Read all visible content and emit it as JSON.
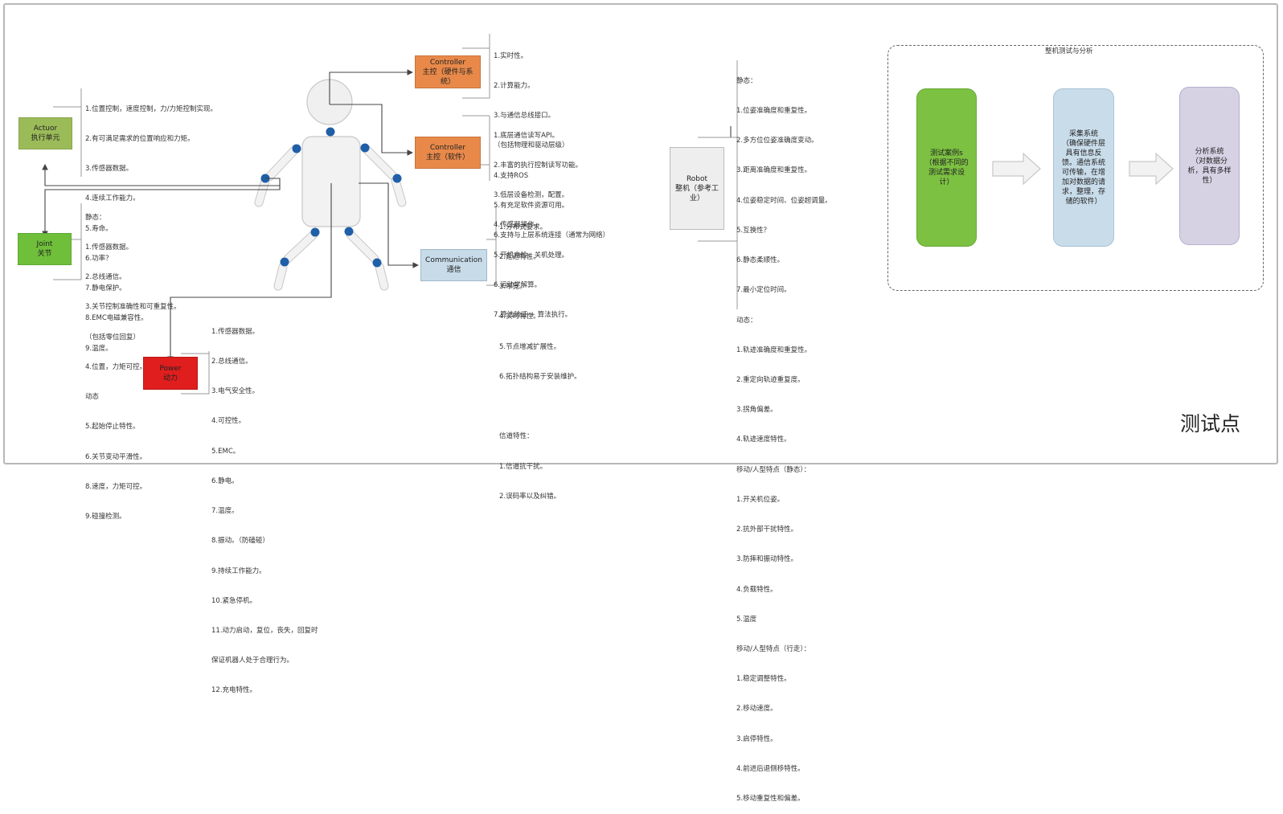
{
  "colors": {
    "actuor": "#9bbb59",
    "joint": "#6fbf3b",
    "power": "#e01e1e",
    "controller": "#e8894a",
    "communication": "#c7dbe8",
    "robot": "#eeeeee",
    "joint_dot": "#1f5fa8",
    "test_case": "#7cc142",
    "acquisition": "#c9dcea",
    "analysis": "#d6d2e4"
  },
  "boxes": {
    "actuor": {
      "label": "Actuor\n执行单元"
    },
    "joint": {
      "label": "Joint\n关节"
    },
    "power": {
      "label": "Power\n动力"
    },
    "ctrl_hw": {
      "label": "Controller\n主控（硬件与系\n统）"
    },
    "ctrl_sw": {
      "label": "Controller\n主控（软件）"
    },
    "comm": {
      "label": "Communication\n通信"
    },
    "robot": {
      "label": "Robot\n整机（参考工\n业）"
    }
  },
  "lists": {
    "actuor": [
      "1.位置控制，速度控制，力/力矩控制实现。",
      "2.有可满足需求的位置响应和力矩。",
      "3.传感器数据。",
      "4.连续工作能力。",
      "5.寿命。",
      "6.功率？",
      "7.静电保护。",
      "8.EMC电磁兼容性。",
      "9.温度。"
    ],
    "joint": [
      "静态：",
      "1.传感器数据。",
      "2.总线通信。",
      "3.关节控制准确性和可重复性。",
      "（包括零位回复）",
      "4.位置，力矩可控。",
      "动态",
      "5.起始停止特性。",
      "6.关节变动平滑性。",
      "8.速度，力矩可控。",
      "9.碰撞检测。"
    ],
    "power": [
      "1.传感器数据。",
      "2.总线通信。",
      "3.电气安全性。",
      "4.可控性。",
      "5.EMC。",
      "6.静电。",
      "7.温度。",
      "8.振动。（防磕碰）",
      "9.持续工作能力。",
      "10.紧急停机。",
      "11.动力启动，复位，丧失，回复时",
      "保证机器人处于合理行为。",
      "12.充电特性。"
    ],
    "ctrl_hw": [
      "1.实时性。",
      "2.计算能力。",
      "3.与通信总线接口。",
      "（包括物理和驱动层级）",
      "4.支持ROS",
      "5.有充足软件资源可用。",
      "6.支持与上层系统连接（通常为网络）"
    ],
    "ctrl_sw": [
      "1.底层通信读写API。",
      "2.丰富的执行控制读写功能。",
      "3.低层设备检测，配置。",
      "4.传感器操作。",
      "5.开机自检，关机处理。",
      "6.运动学解算。",
      "7.算法验证 + 算法执行。"
    ],
    "comm": [
      "1.分布式要求。",
      "2.延迟特性。",
      "3.带宽。",
      "4.实时特性。",
      "5.节点增减扩展性。",
      "6.拓扑结构易于安装维护。",
      "",
      "信道特性：",
      "1.信道抗干扰。",
      "2.误码率以及纠错。"
    ],
    "robot": [
      "静态：",
      "1.位姿准确度和重复性。",
      "2.多方位位姿准确度变动。",
      "3.距离准确度和重复性。",
      "4.位姿稳定时间、位姿超调量。",
      "5.互换性？",
      "6.静态柔顺性。",
      "7.最小定位时间。",
      "动态：",
      "1.轨迹准确度和重复性。",
      "2.重定向轨迹重复度。",
      "3.拐角偏差。",
      "4.轨迹速度特性。",
      "移动/人型特点（静态）：",
      "1.开关机位姿。",
      "2.抗外部干扰特性。",
      "3.防摔和振动特性。",
      "4.负载特性。",
      "5.温度",
      "移动/人型特点（行走）：",
      "1.稳定调整特性。",
      "2.移动速度。",
      "3.启停特性。",
      "4.前进后退侧移特性。",
      "5.移动重复性和偏差。"
    ]
  },
  "test_group": {
    "title": "整机测试与分析",
    "test_case": "测试案例s\n（根据不同的\n测试需求设\n计）",
    "acquisition": "采集系统\n（确保硬件层\n具有信息反\n馈。通信系统\n可传输，在增\n加对数据的请\n求，整理，存\n储的软件）",
    "analysis": "分析系统\n（对数据分\n析，具有多样\n性）"
  },
  "footer_title": "测试点"
}
